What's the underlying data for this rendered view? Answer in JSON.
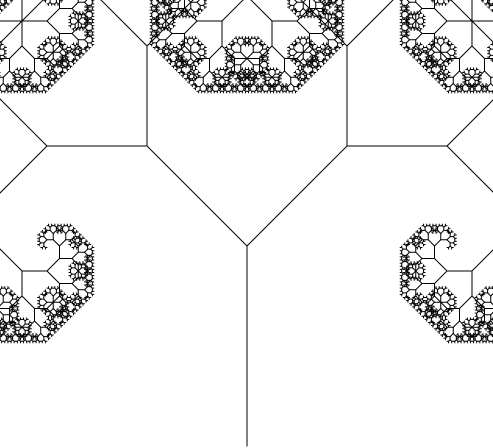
{
  "figure": {
    "kind": "fractal-tree",
    "branch_angle_deg": 45,
    "scale_ratio": 0.7071,
    "depth": 14,
    "stroke_color": "#000000",
    "background_color": "#ffffff"
  }
}
